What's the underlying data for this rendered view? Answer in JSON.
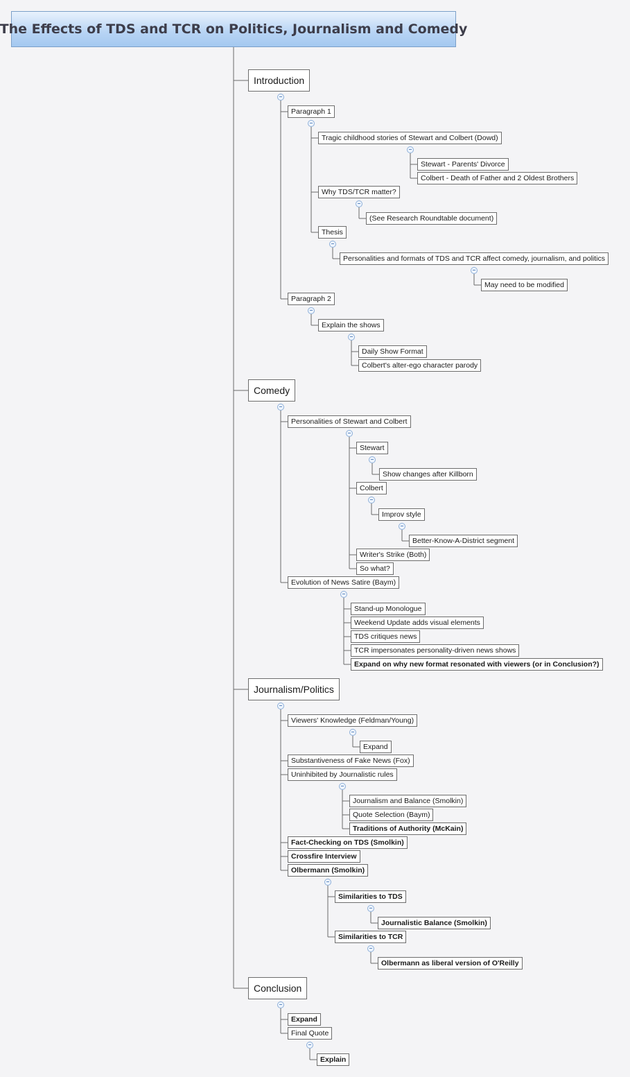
{
  "title": "The Effects of TDS and TCR on Politics, Journalism and Comedy",
  "topics": [
    {
      "label": "Introduction",
      "children": [
        {
          "label": "Paragraph 1",
          "children": [
            {
              "label": "Tragic childhood stories of Stewart and Colbert (Dowd)",
              "children": [
                {
                  "label": "Stewart - Parents' Divorce"
                },
                {
                  "label": "Colbert - Death of Father and 2 Oldest Brothers"
                }
              ]
            },
            {
              "label": "Why TDS/TCR matter?",
              "children": [
                {
                  "label": "(See Research Roundtable document)"
                }
              ]
            },
            {
              "label": "Thesis",
              "children": [
                {
                  "label": "Personalities and formats of TDS and TCR affect comedy, journalism, and politics",
                  "children": [
                    {
                      "label": "May need to be modified"
                    }
                  ]
                }
              ]
            }
          ]
        },
        {
          "label": "Paragraph 2",
          "children": [
            {
              "label": "Explain the shows",
              "children": [
                {
                  "label": "Daily Show Format"
                },
                {
                  "label": "Colbert's alter-ego character parody"
                }
              ]
            }
          ]
        }
      ]
    },
    {
      "label": "Comedy",
      "children": [
        {
          "label": "Personalities of Stewart and Colbert",
          "children": [
            {
              "label": "Stewart",
              "children": [
                {
                  "label": "Show changes after Killborn"
                }
              ]
            },
            {
              "label": "Colbert",
              "children": [
                {
                  "label": "Improv style",
                  "children": [
                    {
                      "label": "Better-Know-A-District segment"
                    }
                  ]
                }
              ]
            },
            {
              "label": "Writer's Strike (Both)"
            },
            {
              "label": "So what?"
            }
          ]
        },
        {
          "label": "Evolution of News Satire (Baym)",
          "children": [
            {
              "label": "Stand-up Monologue"
            },
            {
              "label": "Weekend Update adds visual elements"
            },
            {
              "label": "TDS critiques news"
            },
            {
              "label": "TCR impersonates personality-driven news shows"
            },
            {
              "label": "Expand on why new format resonated with viewers (or in Conclusion?)",
              "bold": true
            }
          ]
        }
      ]
    },
    {
      "label": "Journalism/Politics",
      "children": [
        {
          "label": "Viewers' Knowledge (Feldman/Young)",
          "children": [
            {
              "label": "Expand"
            }
          ]
        },
        {
          "label": "Substantiveness of Fake News (Fox)"
        },
        {
          "label": "Uninhibited by Journalistic rules",
          "children": [
            {
              "label": "Journalism and Balance (Smolkin)"
            },
            {
              "label": "Quote Selection (Baym)"
            },
            {
              "label": "Traditions of Authority (McKain)",
              "bold": true
            }
          ]
        },
        {
          "label": "Fact-Checking on TDS (Smolkin)",
          "bold": true
        },
        {
          "label": "Crossfire Interview",
          "bold": true
        },
        {
          "label": "Olbermann (Smolkin)",
          "bold": true,
          "children": [
            {
              "label": "Similarities to TDS",
              "bold": true,
              "children": [
                {
                  "label": "Journalistic Balance (Smolkin)",
                  "bold": true
                }
              ]
            },
            {
              "label": "Similarities to TCR",
              "bold": true,
              "children": [
                {
                  "label": "Olbermann as liberal version of O'Reilly",
                  "bold": true
                }
              ]
            }
          ]
        }
      ]
    },
    {
      "label": "Conclusion",
      "children": [
        {
          "label": "Expand",
          "bold": true
        },
        {
          "label": "Final Quote",
          "children": [
            {
              "label": "Explain",
              "bold": true
            }
          ]
        }
      ]
    }
  ],
  "colors": {
    "line": "#6a6a6a",
    "collapse_border": "#8fb0d8",
    "root_top": "#e8f2fd",
    "root_bottom": "#a4c8f0"
  }
}
